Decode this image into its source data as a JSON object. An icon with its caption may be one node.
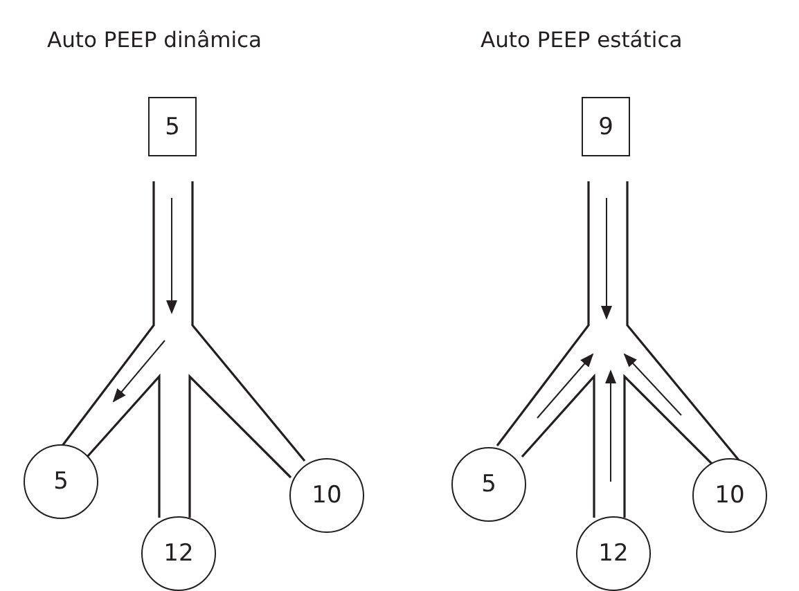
{
  "diagram": {
    "nodes": [
      {
        "text": [
          "5"
        ]
      },
      {
        "text": [
          "5"
        ]
      },
      {
        "text": [
          "12"
        ]
      },
      {
        "text": [
          "10"
        ]
      },
      {
        "text": [
          "9"
        ]
      },
      {
        "text": [
          "5"
        ]
      },
      {
        "text": [
          "12"
        ]
      },
      {
        "text": [
          "10"
        ]
      }
    ],
    "labels": [
      "Auto PEEP dinâmica",
      "Auto PEEP estática"
    ]
  }
}
